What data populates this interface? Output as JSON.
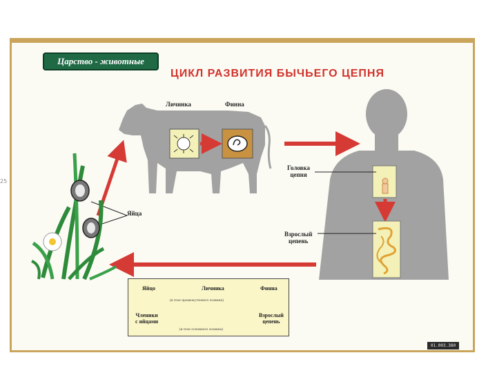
{
  "header": {
    "kingdom_tag": "Царство - животные",
    "title": "ЦИКЛ РАЗВИТИЯ БЫЧЬЕГО ЦЕПНЯ"
  },
  "labels": {
    "larva": "Личинка",
    "finna": "Финна",
    "eggs": "Яйца",
    "head_line1": "Головка",
    "head_line2": "цепня",
    "adult_line1": "Взрослый",
    "adult_line2": "цепень"
  },
  "cycle_box": {
    "egg": "Яйцо",
    "larva": "Личинка",
    "finna": "Финна",
    "intermediate_host": "(в теле промежуточного хозяина)",
    "segments_line1": "Членики",
    "segments_line2": "с яйцами",
    "adult_line1": "Взрослый",
    "adult_line2": "цепень",
    "main_host": "(в теле основного хозяина)"
  },
  "footer": {
    "code": "01.003.380",
    "side_number": "25"
  },
  "colors": {
    "frame": "#c9a45a",
    "tag_bg": "#1f6a45",
    "title": "#d2322c",
    "arrow": "#d63a35",
    "silhouette": "#a2a2a2",
    "box": "#f3f1b7"
  }
}
